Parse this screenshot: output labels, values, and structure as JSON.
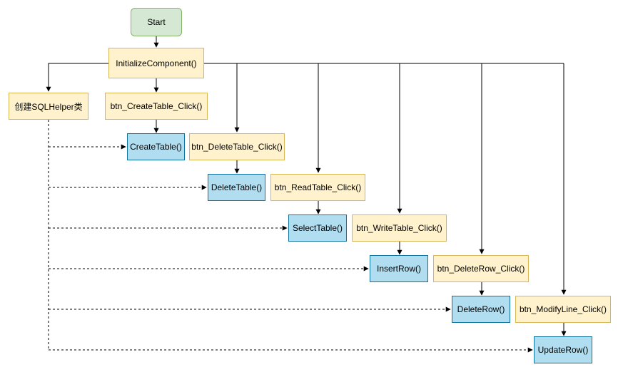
{
  "nodes": {
    "start": "Start",
    "init": "InitializeComponent()",
    "sqlhelper": "创建SQLHelper类",
    "btn_create": "btn_CreateTable_Click()",
    "create_table": "CreateTable()",
    "btn_delete_table": "btn_DeleteTable_Click()",
    "delete_table": "DeleteTable()",
    "btn_read": "btn_ReadTable_Click()",
    "select_table": "SelectTable()",
    "btn_write": "btn_WriteTable_Click()",
    "insert_row": "InsertRow()",
    "btn_delete_row": "btn_DeleteRow_Click()",
    "delete_row": "DeleteRow()",
    "btn_modify": "btn_ModifyLine_Click()",
    "update_row": "UpdateRow()"
  },
  "colors": {
    "start_fill": "#d5e8d4",
    "start_border": "#82b366",
    "handler_fill": "#fff2cc",
    "handler_border": "#d6b656",
    "method_fill": "#b1ddf0",
    "method_border": "#10739e"
  }
}
